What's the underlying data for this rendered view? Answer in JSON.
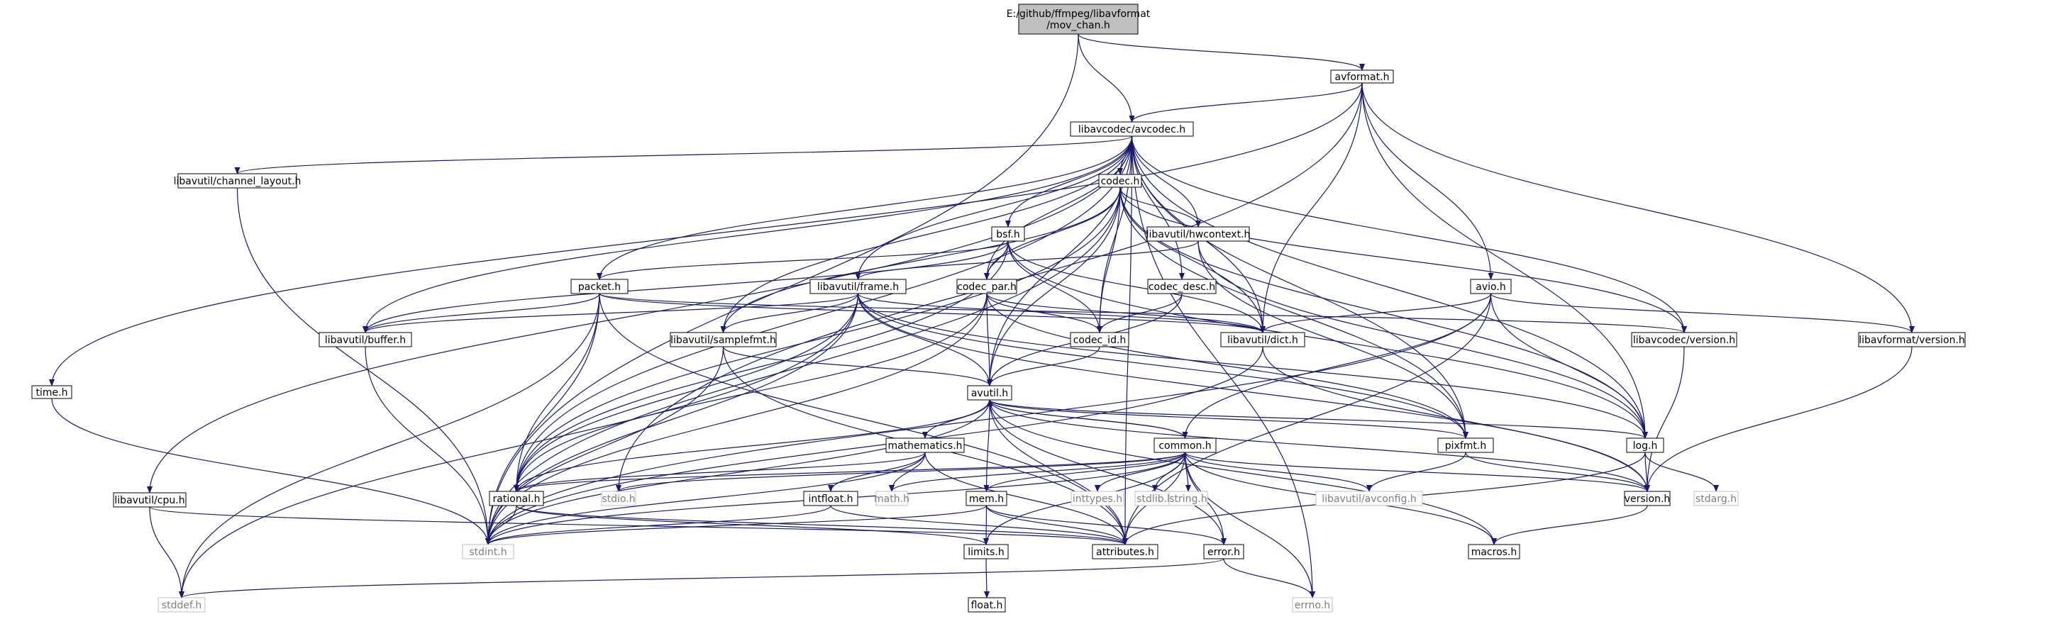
{
  "root": [
    "E:/github/ffmpeg/libavformat",
    "/mov_chan.h"
  ],
  "nodes": {
    "avformat": "avformat.h",
    "avcodec": "libavcodec/avcodec.h",
    "time": "time.h",
    "channel_layout": "libavutil/channel_layout.h",
    "codec": "codec.h",
    "cpu": "libavutil/cpu.h",
    "bsf": "bsf.h",
    "hwcontext": "libavutil/hwcontext.h",
    "packet": "packet.h",
    "frame": "libavutil/frame.h",
    "codec_par": "codec_par.h",
    "codec_desc": "codec_desc.h",
    "avio": "avio.h",
    "buffer": "libavutil/buffer.h",
    "samplefmt": "libavutil/samplefmt.h",
    "codec_id": "codec_id.h",
    "dict": "libavutil/dict.h",
    "lavc_version": "libavcodec/version.h",
    "lavf_version": "libavformat/version.h",
    "avutil": "avutil.h",
    "mathematics": "mathematics.h",
    "common": "common.h",
    "pixfmt": "pixfmt.h",
    "log": "log.h",
    "rational": "rational.h",
    "stdio": "stdio.h",
    "intfloat": "intfloat.h",
    "math": "math.h",
    "mem": "mem.h",
    "inttypes": "inttypes.h",
    "stdlib": "stdlib.h",
    "string": "string.h",
    "avconfig": "libavutil/avconfig.h",
    "version": "version.h",
    "stdarg": "stdarg.h",
    "stdint": "stdint.h",
    "limits": "limits.h",
    "attributes": "attributes.h",
    "error": "error.h",
    "macros": "macros.h",
    "stddef": "stddef.h",
    "float": "float.h",
    "errno": "errno.h"
  },
  "colors": {
    "edge": "#191970",
    "root_fill": "#bfbfbf",
    "node_border": "#000000",
    "external_border": "#bfbfbf",
    "external_text": "#7f7f7f"
  }
}
